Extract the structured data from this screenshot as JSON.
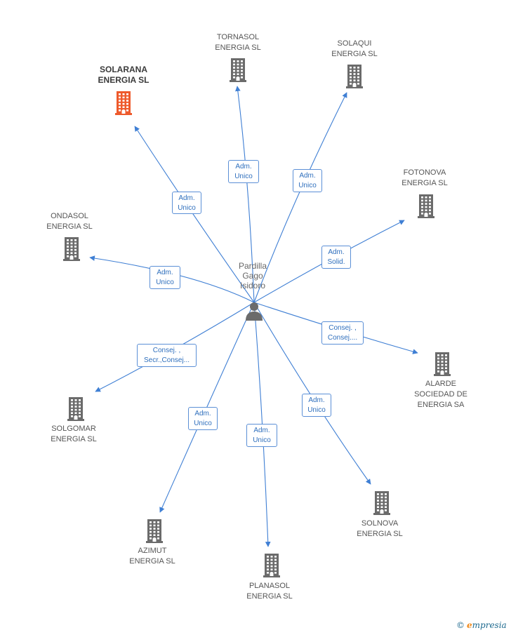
{
  "center": {
    "label": "Pardilla\nGago\nIsidoro",
    "icon": "person-icon",
    "color": "#6b6b6b"
  },
  "colors": {
    "edge": "#3f7fd4",
    "building": "#6b6b6b",
    "highlight": "#ee5a2c"
  },
  "nodes": [
    {
      "id": "solarana",
      "label": "SOLARANA\nENERGIA SL",
      "highlight": true,
      "icon": "building-icon"
    },
    {
      "id": "tornasol",
      "label": "TORNASOL\nENERGIA SL",
      "icon": "building-icon"
    },
    {
      "id": "solaqui",
      "label": "SOLAQUI\nENERGIA SL",
      "icon": "building-icon"
    },
    {
      "id": "fotonova",
      "label": "FOTONOVA\nENERGIA SL",
      "icon": "building-icon"
    },
    {
      "id": "ondasol",
      "label": "ONDASOL\nENERGIA SL",
      "icon": "building-icon"
    },
    {
      "id": "alarde",
      "label": "ALARDE\nSOCIEDAD DE\nENERGIA SA",
      "icon": "building-icon"
    },
    {
      "id": "solgomar",
      "label": "SOLGOMAR\nENERGIA SL",
      "icon": "building-icon"
    },
    {
      "id": "solnova",
      "label": "SOLNOVA\nENERGIA SL",
      "icon": "building-icon"
    },
    {
      "id": "azimut",
      "label": "AZIMUT\nENERGIA SL",
      "icon": "building-icon"
    },
    {
      "id": "planasol",
      "label": "PLANASOL\nENERGIA SL",
      "icon": "building-icon"
    }
  ],
  "edges": [
    {
      "to": "solarana",
      "label": "Adm.\nUnico"
    },
    {
      "to": "tornasol",
      "label": "Adm.\nUnico"
    },
    {
      "to": "solaqui",
      "label": "Adm.\nUnico"
    },
    {
      "to": "fotonova",
      "label": "Adm.\nSolid."
    },
    {
      "to": "ondasol",
      "label": "Adm.\nUnico"
    },
    {
      "to": "alarde",
      "label": "Consej. ,\nConsej...."
    },
    {
      "to": "solgomar",
      "label": "Consej. ,\nSecr.,Consej..."
    },
    {
      "to": "solnova",
      "label": "Adm.\nUnico"
    },
    {
      "to": "azimut",
      "label": "Adm.\nUnico"
    },
    {
      "to": "planasol",
      "label": "Adm.\nUnico"
    }
  ],
  "footer": {
    "copyright": "©",
    "brand_initial": "e",
    "brand_rest": "mpresia"
  }
}
